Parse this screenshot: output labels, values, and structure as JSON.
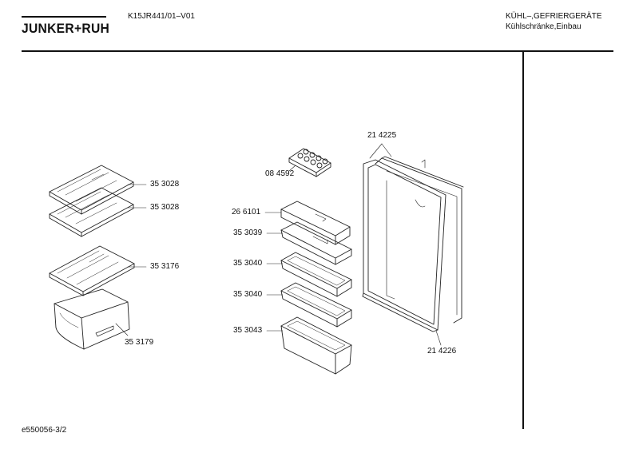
{
  "header": {
    "brand": "JUNKER+RUH",
    "model": "K15JR441/01–V01",
    "category_line1": "KÜHL–,GEFRIERGERÄTE",
    "category_line2": "Kühlschränke,Einbau"
  },
  "footer": {
    "document_id": "e550056-3/2"
  },
  "parts": [
    {
      "key": "shelf_upper",
      "number": "35 3028"
    },
    {
      "key": "shelf_lower",
      "number": "35 3028"
    },
    {
      "key": "shelf_third",
      "number": "35 3176"
    },
    {
      "key": "crisper",
      "number": "35 3179"
    },
    {
      "key": "egg_tray",
      "number": "08 4592"
    },
    {
      "key": "butter_lid",
      "number": "26 6101"
    },
    {
      "key": "butter_box",
      "number": "35 3039"
    },
    {
      "key": "door_rack_1",
      "number": "35 3040"
    },
    {
      "key": "door_rack_2",
      "number": "35 3040"
    },
    {
      "key": "bottle_rack",
      "number": "35 3043"
    },
    {
      "key": "door_panel",
      "number": "21 4225"
    },
    {
      "key": "door_seal",
      "number": "21 4226"
    }
  ]
}
